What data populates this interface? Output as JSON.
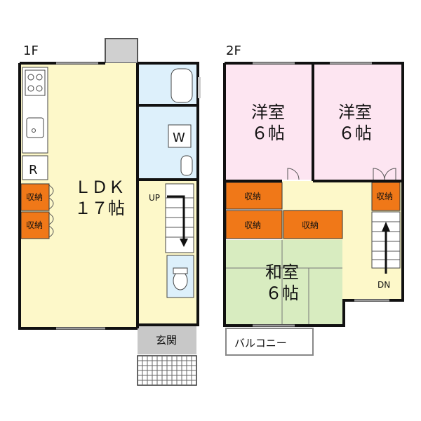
{
  "floors": {
    "f1": {
      "label": "1F",
      "ldk": {
        "line1": "ＬＤＫ",
        "line2": "１７帖"
      },
      "fridge": "R",
      "storage1": "収納",
      "storage2": "収納",
      "washer": "W",
      "stairs": "UP",
      "entrance": "玄関"
    },
    "f2": {
      "label": "2F",
      "room_left": {
        "line1": "洋室",
        "line2": "６帖"
      },
      "room_right": {
        "line1": "洋室",
        "line2": "６帖"
      },
      "storage_a": "収納",
      "storage_b": "収納",
      "storage_c": "収納",
      "storage_d": "収納",
      "washitsu": {
        "line1": "和室",
        "line2": "６帖"
      },
      "stairs": "DN",
      "balcony": "バルコニー"
    }
  },
  "colors": {
    "ldk": "#fdf8c9",
    "western_room": "#fde5f1",
    "japanese_room": "#d8ecc0",
    "storage": "#f07818",
    "bath": "#ddf0fb",
    "hall": "#fdf8c9",
    "entrance": "#c8c8c8",
    "wall": "#111111"
  }
}
